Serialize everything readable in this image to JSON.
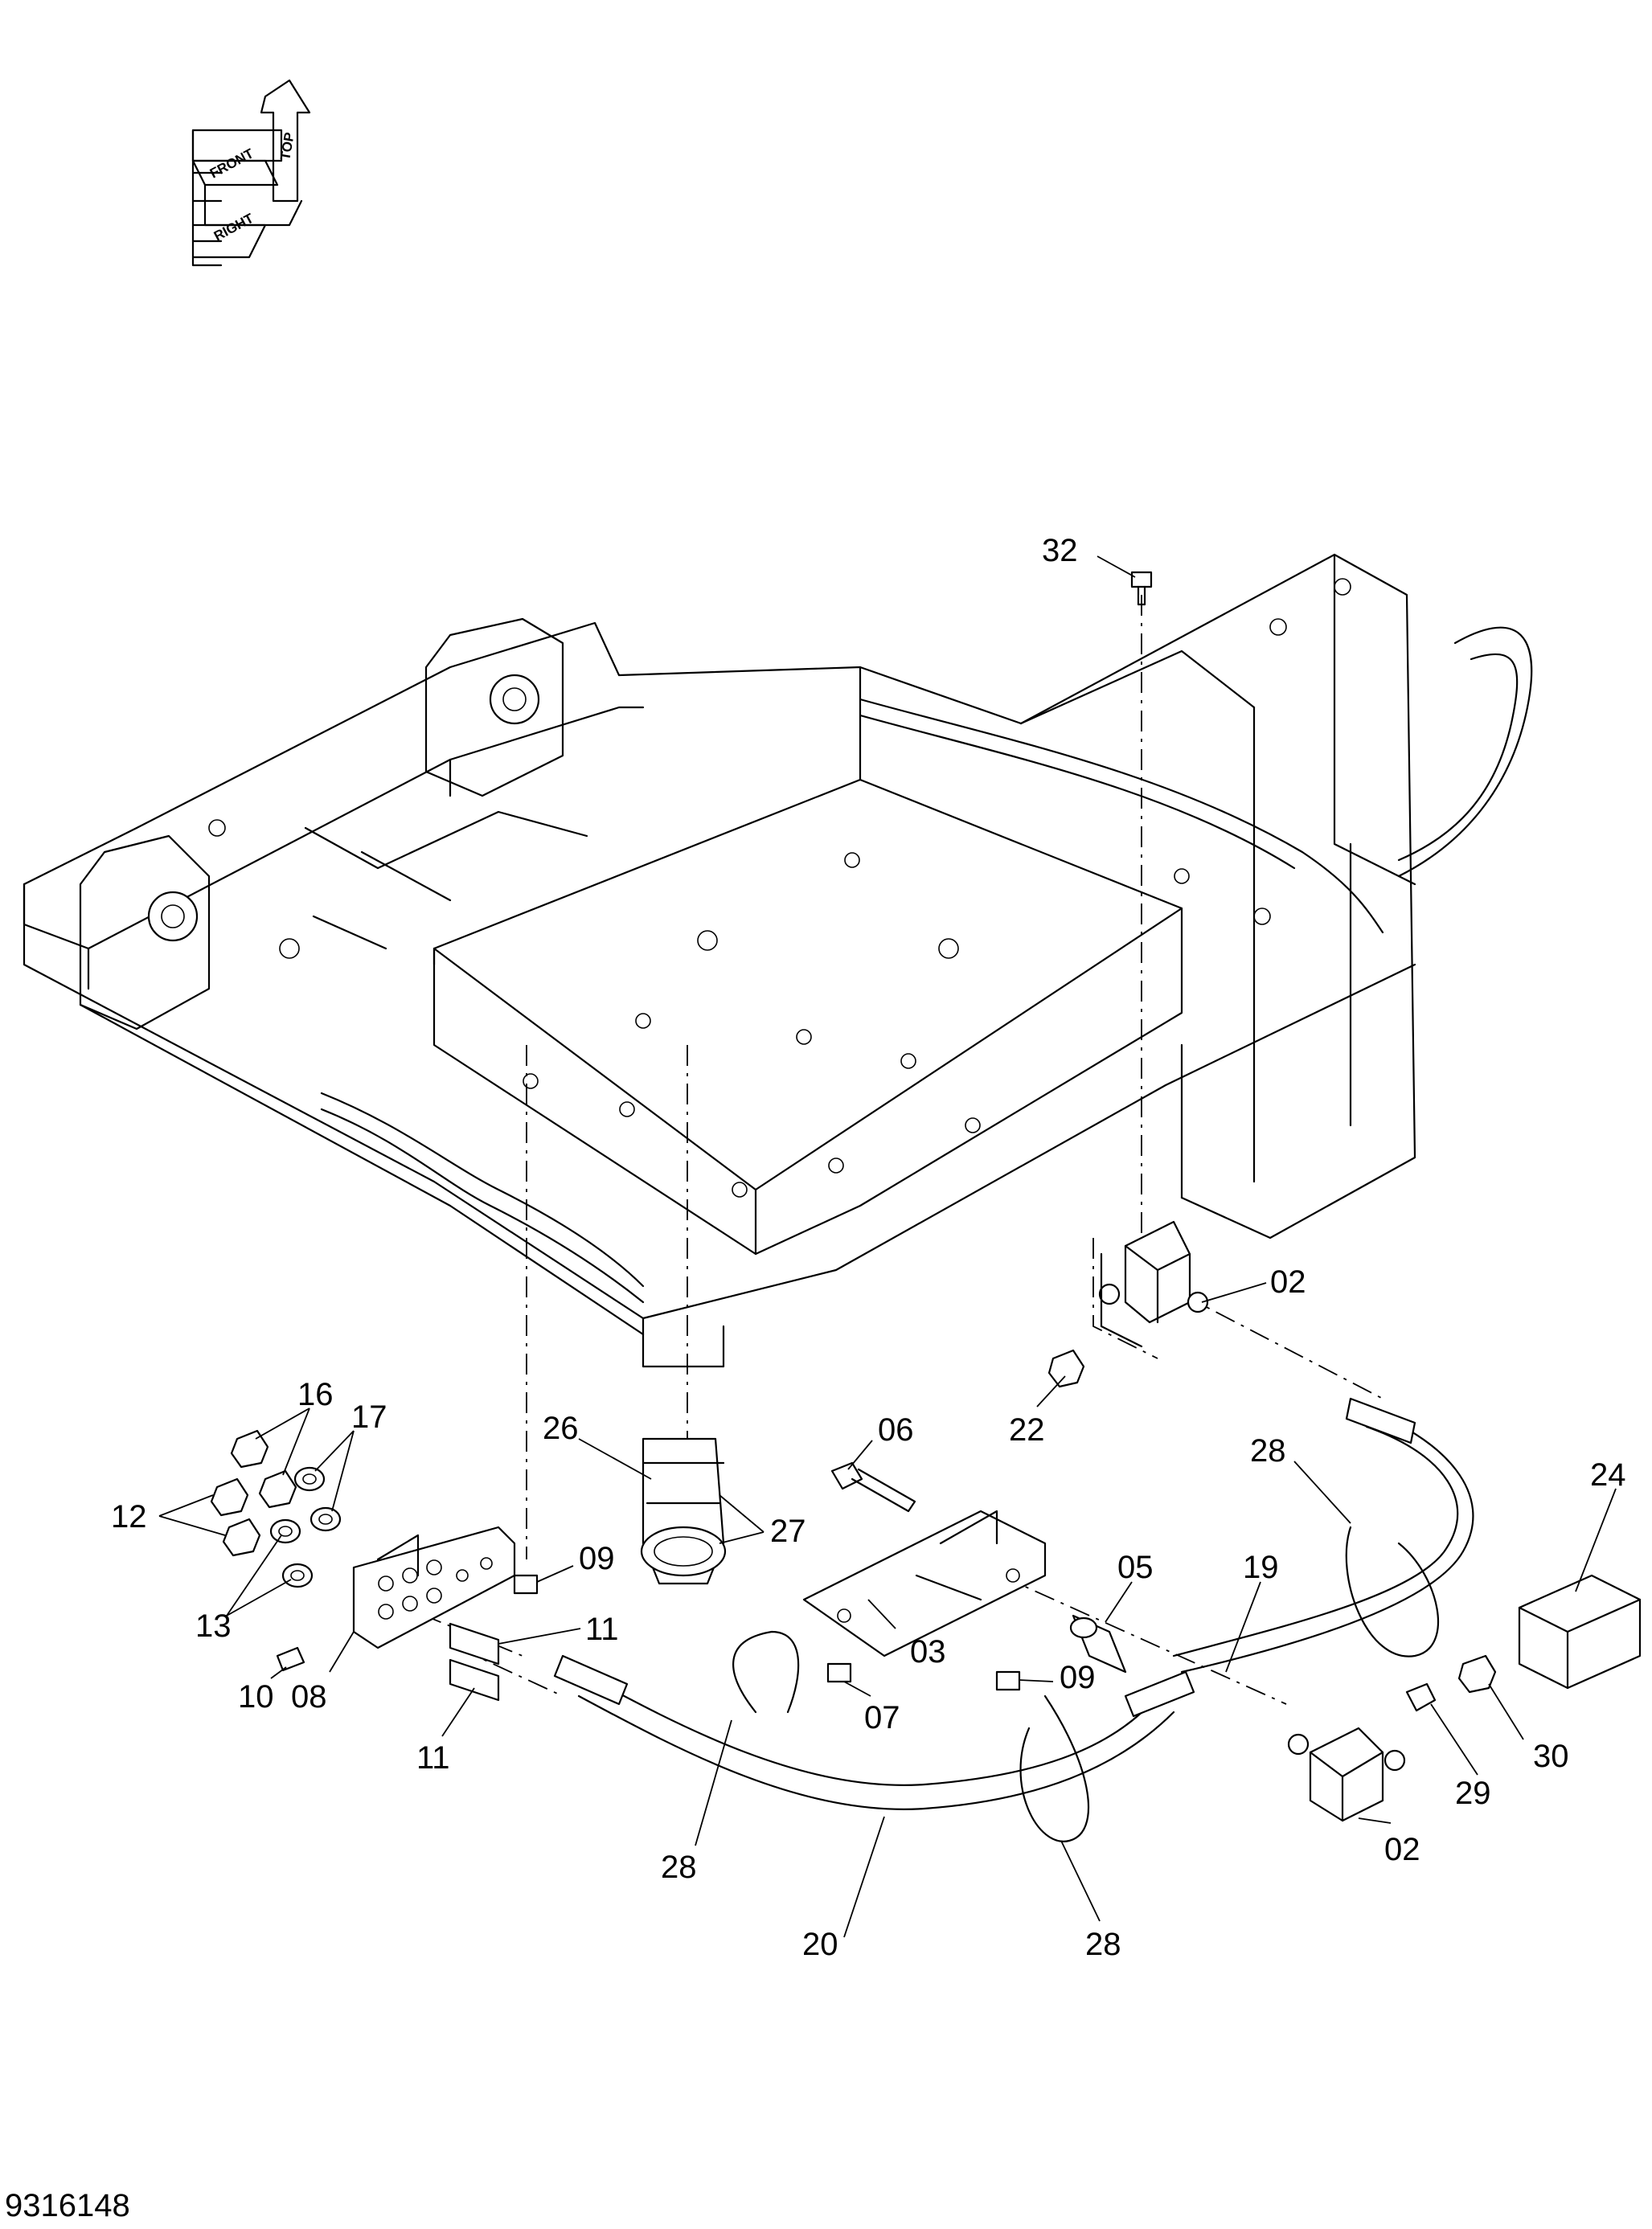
{
  "orientation": {
    "labels": [
      "TOP",
      "FRONT",
      "RIGHT"
    ]
  },
  "drawing_number": "9316148",
  "callouts": {
    "c32": "32",
    "c02a": "02",
    "c22": "22",
    "c16": "16",
    "c17": "17",
    "c26": "26",
    "c06": "06",
    "c28a": "28",
    "c24": "24",
    "c12": "12",
    "c27": "27",
    "c05": "05",
    "c19": "19",
    "c09a": "09",
    "c11a": "11",
    "c13": "13",
    "c03": "03",
    "c09b": "09",
    "c30": "30",
    "c10": "10",
    "c08": "08",
    "c07": "07",
    "c29": "29",
    "c11b": "11",
    "c02b": "02",
    "c28b": "28",
    "c28c": "28",
    "c20": "20"
  }
}
